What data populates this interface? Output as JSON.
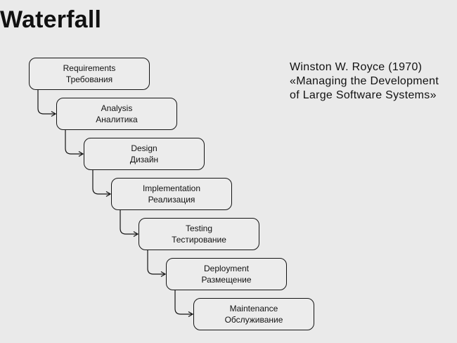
{
  "title": "Waterfall",
  "citation": {
    "line1": "Winston W. Royce (1970)",
    "line2": "«Managing the Development",
    "line3": "of Large Software Systems»"
  },
  "stages": [
    {
      "en": "Requirements",
      "ru": "Требования"
    },
    {
      "en": "Analysis",
      "ru": "Аналитика"
    },
    {
      "en": "Design",
      "ru": "Дизайн"
    },
    {
      "en": "Implementation",
      "ru": "Реализация"
    },
    {
      "en": "Testing",
      "ru": "Тестирование"
    },
    {
      "en": "Deployment",
      "ru": "Размещение"
    },
    {
      "en": "Maintenance",
      "ru": "Обслуживание"
    }
  ]
}
